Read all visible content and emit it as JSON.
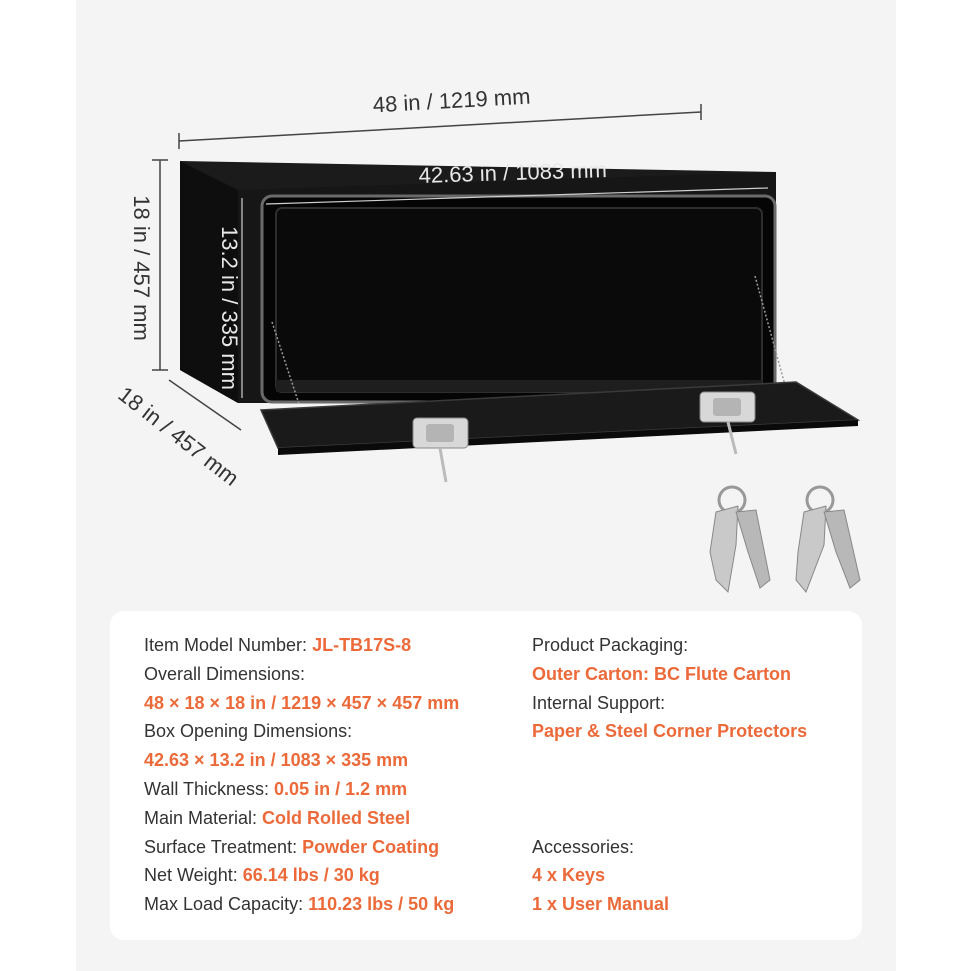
{
  "dimensions": {
    "overall_width": "48 in / 1219 mm",
    "opening_width": "42.63 in / 1083 mm",
    "overall_height": "18 in / 457 mm",
    "opening_height": "13.2 in / 335 mm",
    "depth": "18 in / 457 mm"
  },
  "specs_left": [
    {
      "label": "Item Model Number: ",
      "value": "JL-TB17S-8"
    },
    {
      "label": "Overall Dimensions:",
      "value": ""
    },
    {
      "label": "",
      "value": "48 × 18 × 18 in / 1219 × 457 × 457 mm"
    },
    {
      "label": "Box Opening Dimensions:",
      "value": ""
    },
    {
      "label": "",
      "value": "42.63 × 13.2 in / 1083 × 335 mm"
    },
    {
      "label": "Wall Thickness: ",
      "value": "0.05 in / 1.2 mm"
    },
    {
      "label": "Main Material: ",
      "value": "Cold Rolled Steel"
    },
    {
      "label": "Surface Treatment: ",
      "value": "Powder Coating"
    },
    {
      "label": "Net Weight: ",
      "value": "66.14 lbs / 30 kg"
    },
    {
      "label": "Max Load Capacity: ",
      "value": "110.23 lbs / 50 kg"
    }
  ],
  "specs_right": {
    "packaging_label": "Product Packaging:",
    "packaging_value": "Outer Carton: BC Flute Carton",
    "support_label": "Internal Support:",
    "support_value": "Paper & Steel Corner Protectors",
    "accessories_label": "Accessories:",
    "accessories": [
      "4 x Keys",
      "1 x User Manual"
    ]
  },
  "colors": {
    "accent": "#ec6a3a",
    "text": "#333333",
    "box": "#141414",
    "background": "#f4f4f4"
  }
}
